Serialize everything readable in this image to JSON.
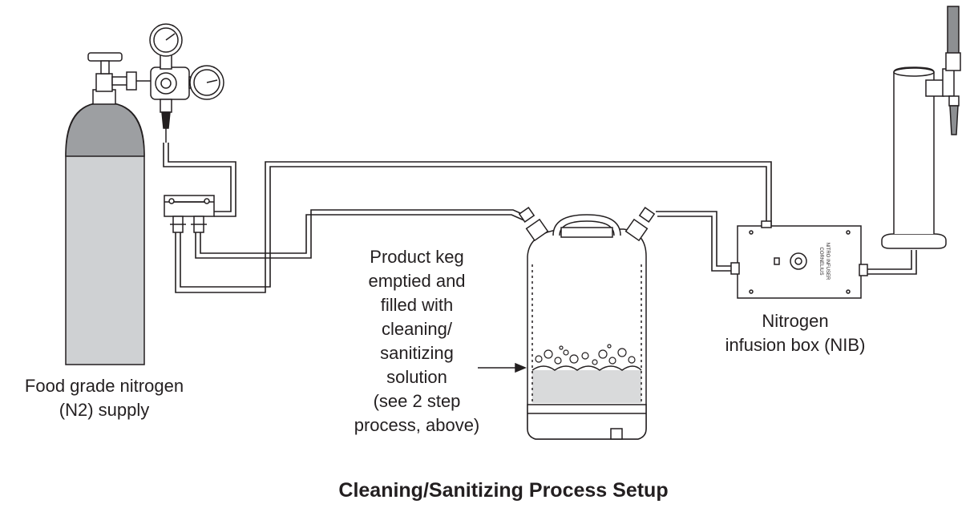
{
  "title": "Cleaning/Sanitizing Process Setup",
  "labels": {
    "nitrogen_supply": [
      "Food grade nitrogen",
      "(N2) supply"
    ],
    "keg": [
      "Product keg",
      "emptied and",
      "filled with",
      "cleaning/",
      "sanitizing",
      "solution",
      "(see 2 step",
      "process, above)"
    ],
    "nib": [
      "Nitrogen",
      "infusion box (NIB)"
    ]
  },
  "nib_logo": [
    "CORNELIUS",
    "NITRO INFUSER"
  ],
  "colors": {
    "ink": "#231f20",
    "cylinder_body": "#cfd1d3",
    "cylinder_top": "#9d9fa2",
    "keg_liquid": "#d9dadb"
  }
}
